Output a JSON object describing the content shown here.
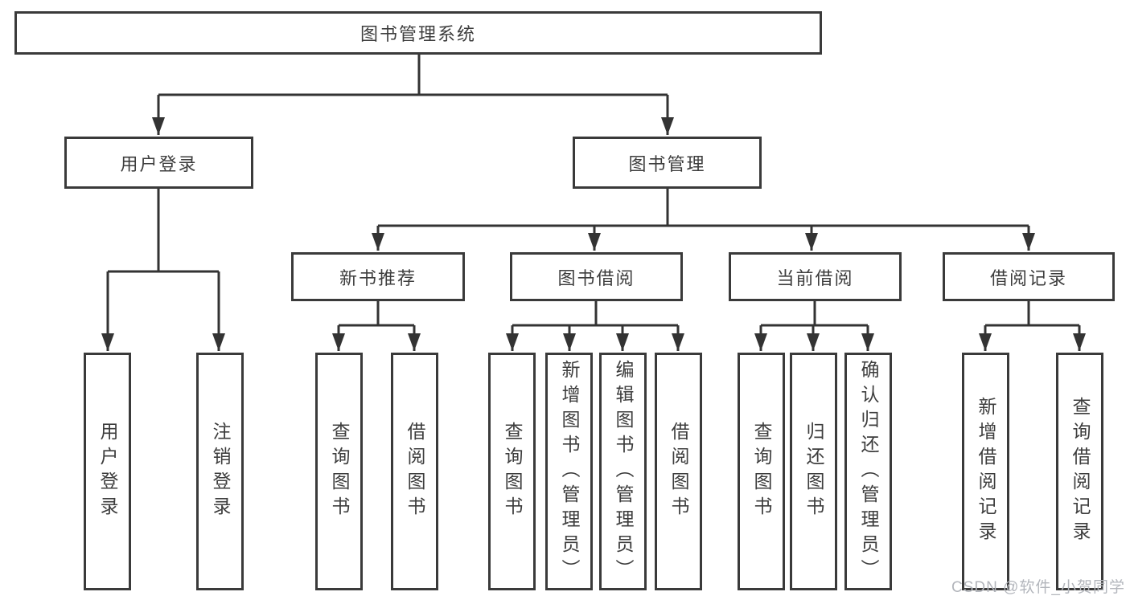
{
  "tree": {
    "root": "图书管理系统",
    "level2": [
      {
        "label": "用户登录"
      },
      {
        "label": "图书管理"
      }
    ],
    "level3": [
      {
        "label": "新书推荐",
        "parent": "图书管理"
      },
      {
        "label": "图书借阅",
        "parent": "图书管理"
      },
      {
        "label": "当前借阅",
        "parent": "图书管理"
      },
      {
        "label": "借阅记录",
        "parent": "图书管理"
      }
    ],
    "leaves": [
      {
        "label": "用户登录",
        "parent": "用户登录"
      },
      {
        "label": "注销登录",
        "parent": "用户登录"
      },
      {
        "label": "查询图书",
        "parent": "新书推荐"
      },
      {
        "label": "借阅图书",
        "parent": "新书推荐"
      },
      {
        "label": "查询图书",
        "parent": "图书借阅"
      },
      {
        "label": "新增图书（管理员）",
        "parent": "图书借阅"
      },
      {
        "label": "编辑图书（管理员）",
        "parent": "图书借阅"
      },
      {
        "label": "借阅图书",
        "parent": "图书借阅"
      },
      {
        "label": "查询图书",
        "parent": "当前借阅"
      },
      {
        "label": "归还图书",
        "parent": "当前借阅"
      },
      {
        "label": "确认归还（管理员）",
        "parent": "当前借阅"
      },
      {
        "label": "新增借阅记录",
        "parent": "借阅记录"
      },
      {
        "label": "查询借阅记录",
        "parent": "借阅记录"
      }
    ]
  },
  "watermark": {
    "text": "CSDN @软件_小贺同学"
  },
  "colors": {
    "line": "#333333",
    "box_border": "#3a3a3a",
    "text": "#3d3d3d",
    "watermark": "#b3b6bc",
    "background": "#ffffff"
  }
}
